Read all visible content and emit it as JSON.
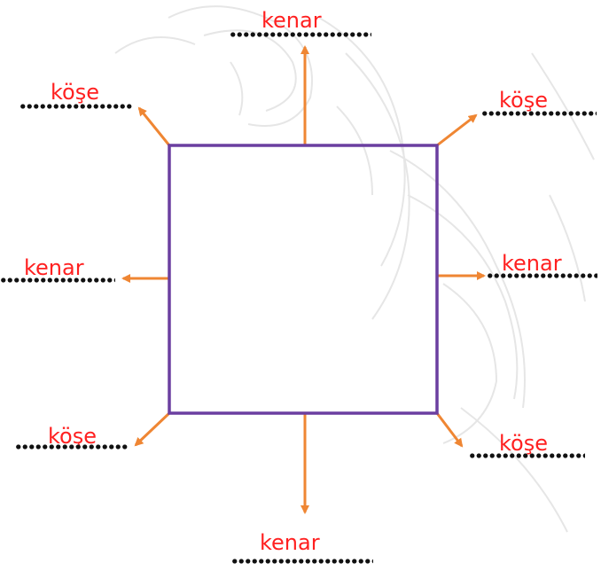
{
  "colors": {
    "square_stroke": "#6b3fa0",
    "arrow": "#ef8633",
    "label_text": "#ff2020",
    "dots": "#111111",
    "watermark": "#e6e6e6"
  },
  "labels": {
    "top": "kenar",
    "top_left": "köşe",
    "top_right": "köşe",
    "left": "kenar",
    "right": "kenar",
    "bottom_left": "köşe",
    "bottom_right": "köşe",
    "bottom": "kenar"
  }
}
